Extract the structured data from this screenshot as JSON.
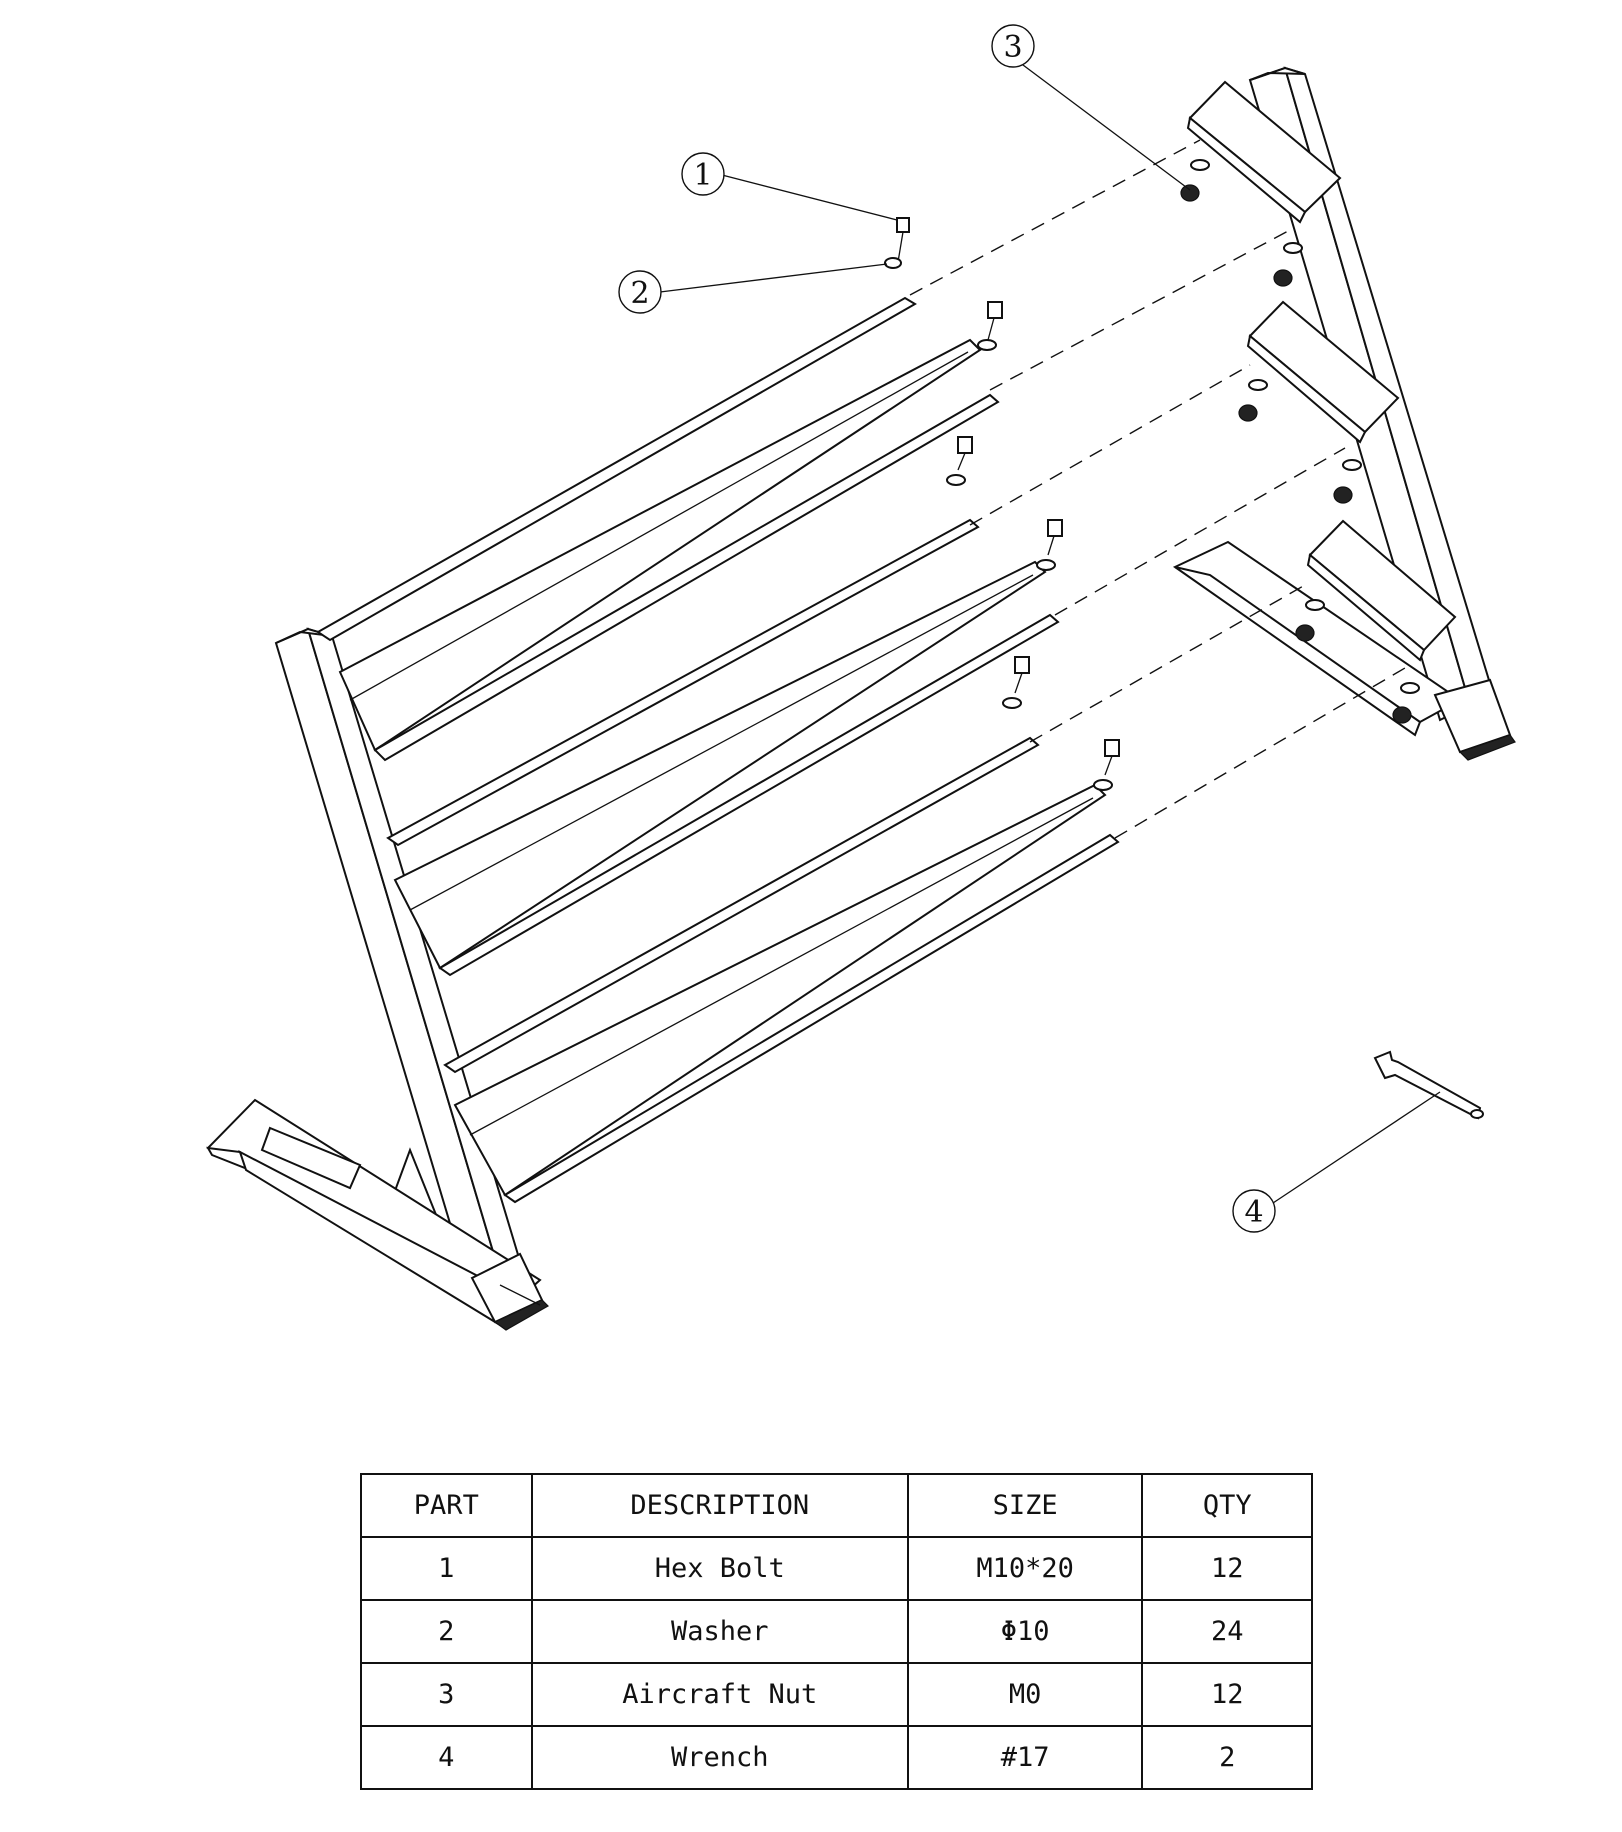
{
  "callouts": [
    "1",
    "2",
    "3",
    "4"
  ],
  "table": {
    "headers": [
      "PART",
      "DESCRIPTION",
      "SIZE",
      "QTY"
    ],
    "rows": [
      [
        "1",
        "Hex Bolt",
        "M10*20",
        "12"
      ],
      [
        "2",
        "Washer",
        "Φ10",
        "24"
      ],
      [
        "3",
        "Aircraft Nut",
        "M0",
        "12"
      ],
      [
        "4",
        "Wrench",
        "#17",
        "2"
      ]
    ]
  }
}
